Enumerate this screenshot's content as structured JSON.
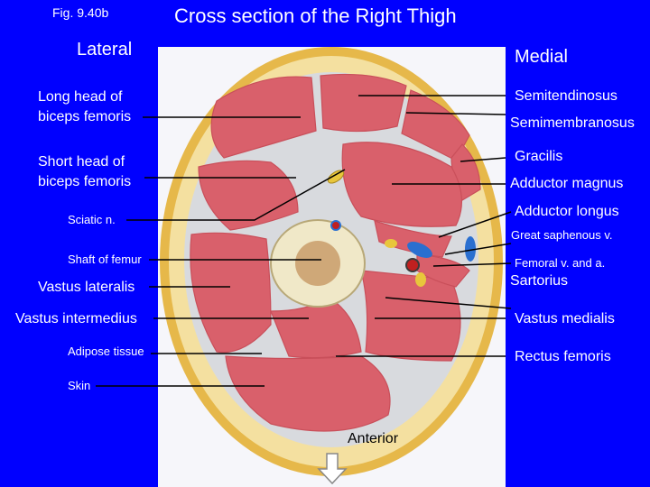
{
  "figure_number": "Fig. 9.40b",
  "title": "Cross section of the Right Thigh",
  "orientation": {
    "lateral": "Lateral",
    "medial": "Medial",
    "anterior": "Anterior"
  },
  "left_labels": {
    "long_head": [
      "Long head of",
      "biceps femoris"
    ],
    "short_head": [
      "Short head of",
      "biceps femoris"
    ],
    "sciatic": "Sciatic n.",
    "femur": "Shaft of femur",
    "vastus_lateralis": "Vastus lateralis",
    "vastus_intermedius": "Vastus intermedius",
    "adipose": "Adipose tissue",
    "skin": "Skin"
  },
  "right_labels": {
    "semitendinosus": "Semitendinosus",
    "semimembranosus": "Semimembranosus",
    "gracilis": "Gracilis",
    "adductor_magnus": "Adductor magnus",
    "adductor_longus": "Adductor longus",
    "saphenous": "Great saphenous v.",
    "femoral": "Femoral v. and a.",
    "sartorius": "Sartorius",
    "vastus_medialis": "Vastus medialis",
    "rectus_femoris": "Rectus femoris"
  },
  "colors": {
    "background": "#0000ff",
    "text": "#ffffff",
    "panel": "#f6f6fa",
    "skin": "#e6b84a",
    "adipose": "#f4e0a0",
    "fascia": "#d8dade",
    "muscle": "#d9606b",
    "bone": "#f0e8c8",
    "marrow": "#cfa878",
    "vein": "#2a6fd0",
    "artery": "#c02020"
  }
}
